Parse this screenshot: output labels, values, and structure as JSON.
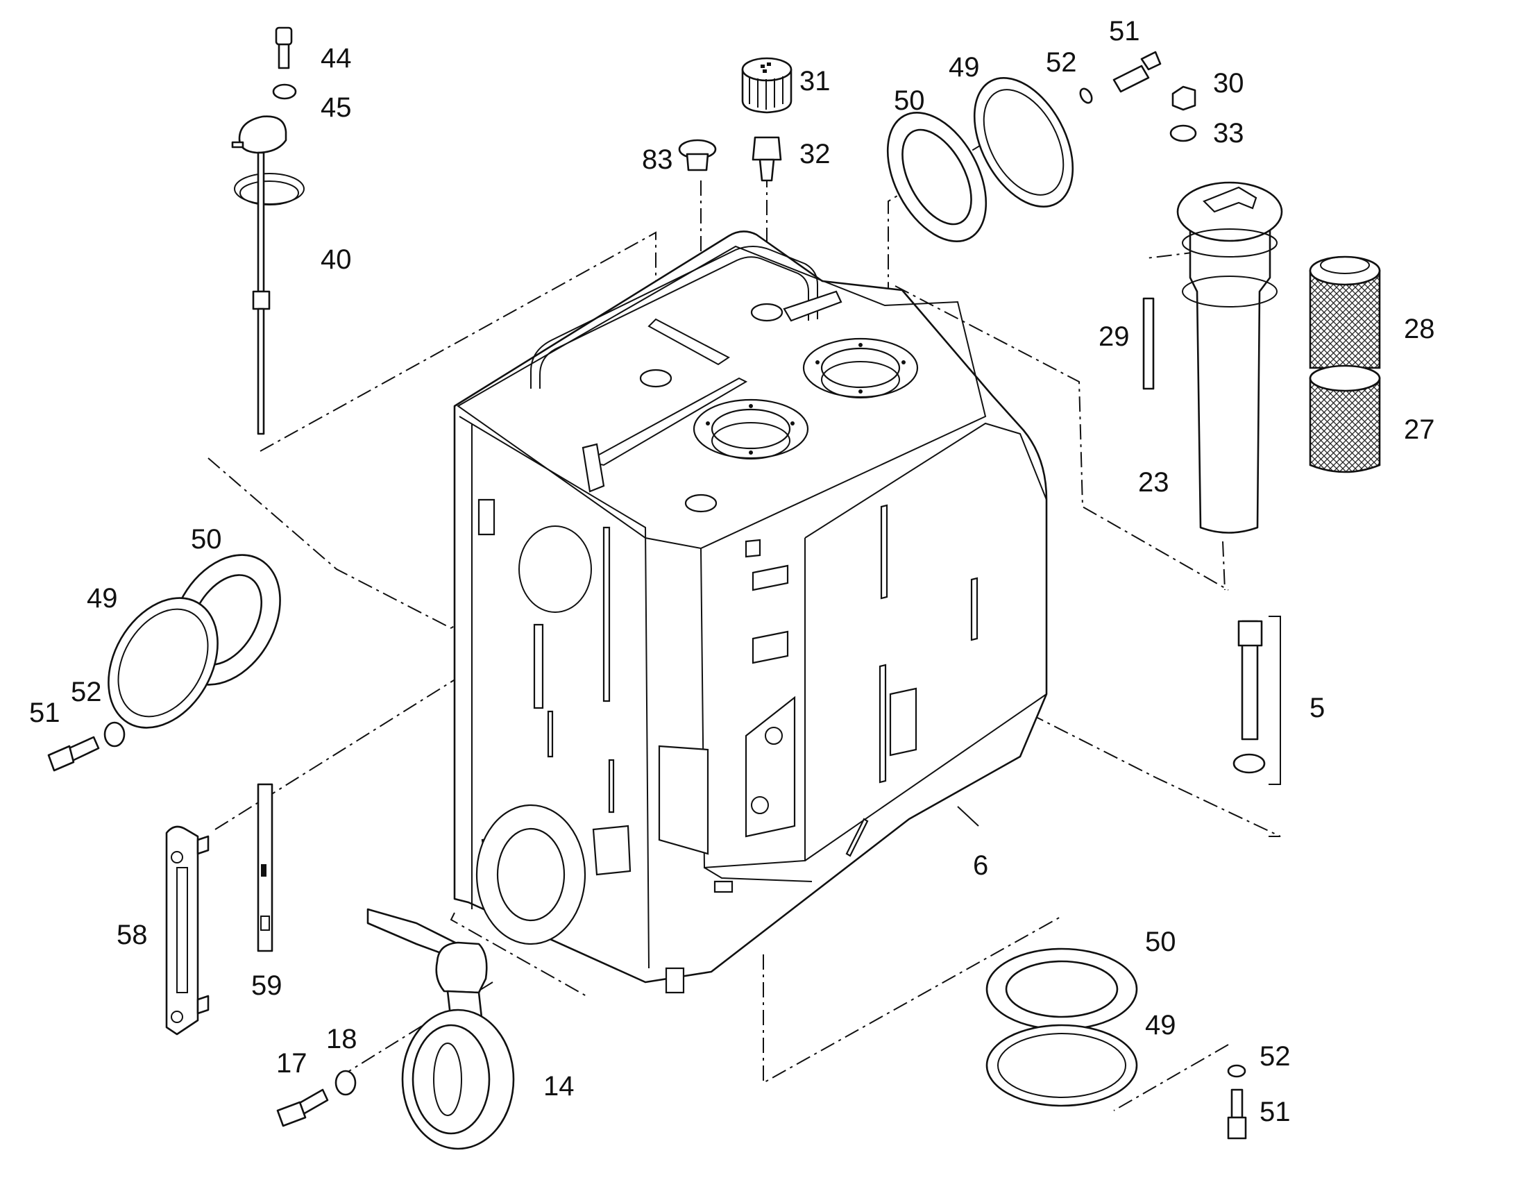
{
  "diagram": {
    "type": "exploded-parts-view",
    "callouts": [
      {
        "id": "c44",
        "label": "44"
      },
      {
        "id": "c45",
        "label": "45"
      },
      {
        "id": "c40",
        "label": "40"
      },
      {
        "id": "c83",
        "label": "83"
      },
      {
        "id": "c31",
        "label": "31"
      },
      {
        "id": "c32",
        "label": "32"
      },
      {
        "id": "c50a",
        "label": "50"
      },
      {
        "id": "c49a",
        "label": "49"
      },
      {
        "id": "c52a",
        "label": "52"
      },
      {
        "id": "c51a",
        "label": "51"
      },
      {
        "id": "c30",
        "label": "30"
      },
      {
        "id": "c33",
        "label": "33"
      },
      {
        "id": "c29",
        "label": "29"
      },
      {
        "id": "c28",
        "label": "28"
      },
      {
        "id": "c27",
        "label": "27"
      },
      {
        "id": "c23",
        "label": "23"
      },
      {
        "id": "c50b",
        "label": "50"
      },
      {
        "id": "c49b",
        "label": "49"
      },
      {
        "id": "c52b",
        "label": "52"
      },
      {
        "id": "c51b",
        "label": "51"
      },
      {
        "id": "c5",
        "label": "5"
      },
      {
        "id": "c58",
        "label": "58"
      },
      {
        "id": "c59",
        "label": "59"
      },
      {
        "id": "c6",
        "label": "6"
      },
      {
        "id": "c17",
        "label": "17"
      },
      {
        "id": "c18",
        "label": "18"
      },
      {
        "id": "c14",
        "label": "14"
      },
      {
        "id": "c50c",
        "label": "50"
      },
      {
        "id": "c49c",
        "label": "49"
      },
      {
        "id": "c52c",
        "label": "52"
      },
      {
        "id": "c51c",
        "label": "51"
      }
    ]
  }
}
